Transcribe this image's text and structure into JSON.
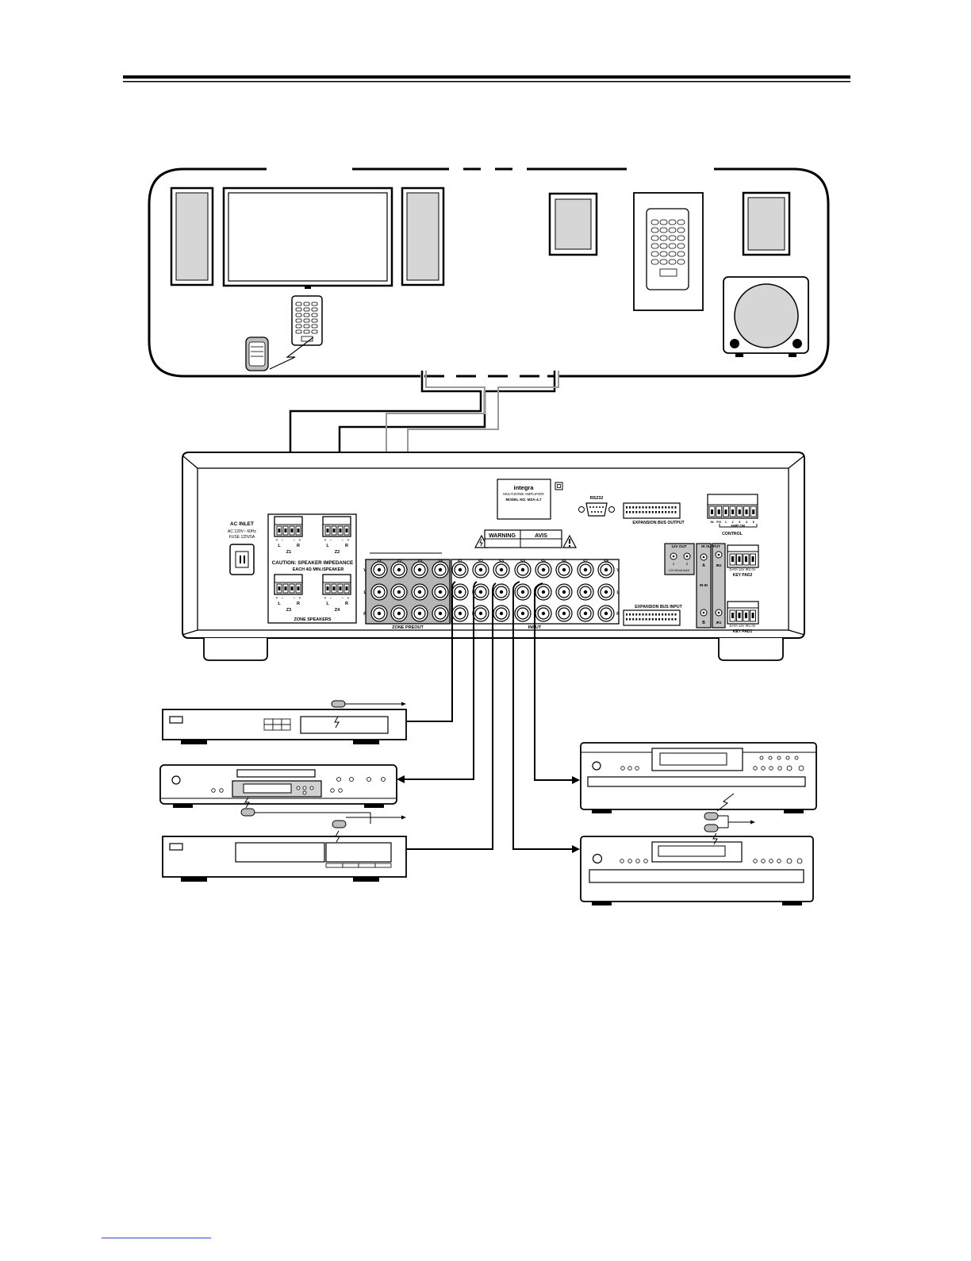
{
  "unit": {
    "brand": "integra",
    "product_line": "MULTIZONE AMPLIFIER",
    "model": "MODEL NO. MZA-4.7",
    "ac_inlet": {
      "title": "AC INLET",
      "rating": "AC 120V~ 60Hz",
      "fuse": "FUSE 125V5A"
    },
    "rs232": "RS232",
    "expansion_bus_output": "EXPANSION BUS OUTPUT",
    "expansion_bus_input": "EXPANSION BUS INPUT",
    "control": {
      "label": "CONTROL",
      "amp_on": "AMP ON",
      "pins": [
        "IN",
        "PG",
        "1",
        "2",
        "3",
        "4",
        "5"
      ]
    },
    "warning": "WARNING",
    "avis": "AVIS",
    "caution_title": "CAUTION: SPEAKER IMPEDANCE",
    "caution_text": "EACH 4Ω MIN./SPEAKER",
    "zone_speakers_label": "ZONE SPEAKERS",
    "zone_terminals": [
      "Z1",
      "Z2",
      "Z3",
      "Z4"
    ],
    "zone_preout_label": "ZONE PREOUT",
    "zone_preout_cols": [
      "Z1",
      "Z2",
      "Z3",
      "Z4"
    ],
    "input_label": "INPUT",
    "input_cols": [
      "S1",
      "S2",
      "S3",
      "S4",
      "S5",
      "S6",
      "S7",
      "S8"
    ],
    "row_labels": [
      "V",
      "L",
      "R"
    ],
    "v12_out": {
      "title": "12V OUT",
      "ch1": "1",
      "ch2": "2",
      "note": "12V 50mA MAX"
    },
    "ir_output": {
      "title": "IR OUTPUT",
      "a": "A",
      "b": "B"
    },
    "ir_in": "IR-IN",
    "ir1": "IR1",
    "ir2": "IR2",
    "keypad1": {
      "label": "KEY PAD1",
      "pins": "DATA 12V IR1 0V"
    },
    "keypad2": {
      "label": "KEY PAD2",
      "pins": "DATA 12V IR2 0V"
    },
    "speaker_polarity": {
      "plus": "+",
      "minus": "−",
      "left": "L",
      "right": "R"
    }
  }
}
